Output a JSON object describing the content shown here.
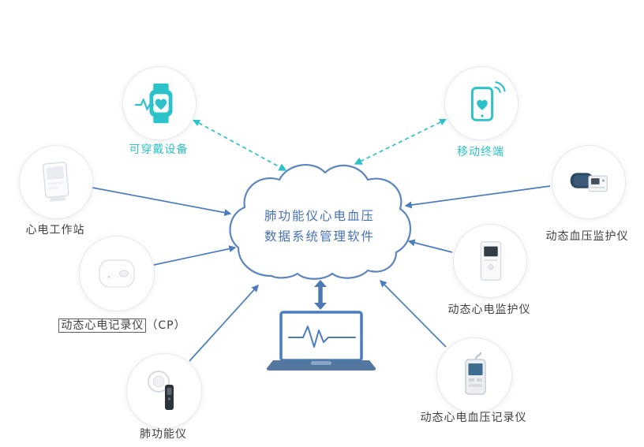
{
  "diagram": {
    "cloud": {
      "title_line1": "肺功能仪心电血压",
      "title_line2": "数据系统管理软件"
    },
    "nodes": {
      "wearable": {
        "label": "可穿戴设备",
        "icon": "smartwatch-icon"
      },
      "mobile": {
        "label": "移动终端",
        "icon": "smartphone-icon"
      },
      "ecg_workstation": {
        "label": "心电工作站",
        "icon": "ecg-workstation-icon"
      },
      "holter_cp": {
        "label_boxed": "动态心电记录仪",
        "label_suffix": "（CP）",
        "icon": "holter-recorder-icon"
      },
      "spirometer": {
        "label": "肺功能仪",
        "icon": "spirometer-icon"
      },
      "abp_monitor": {
        "label": "动态血压监护仪",
        "icon": "bp-monitor-icon"
      },
      "ecg_monitor": {
        "label": "动态心电监护仪",
        "icon": "ecg-monitor-icon"
      },
      "ecg_bp_recorder": {
        "label": "动态心电血压记录仪",
        "icon": "ecg-bp-recorder-icon"
      }
    },
    "colors": {
      "teal": "#2bc3c9",
      "blue": "#4a7dbf",
      "cloud_text": "#4571b3",
      "label_dark": "#3f3f3f",
      "laptop_base": "#54779f"
    }
  }
}
